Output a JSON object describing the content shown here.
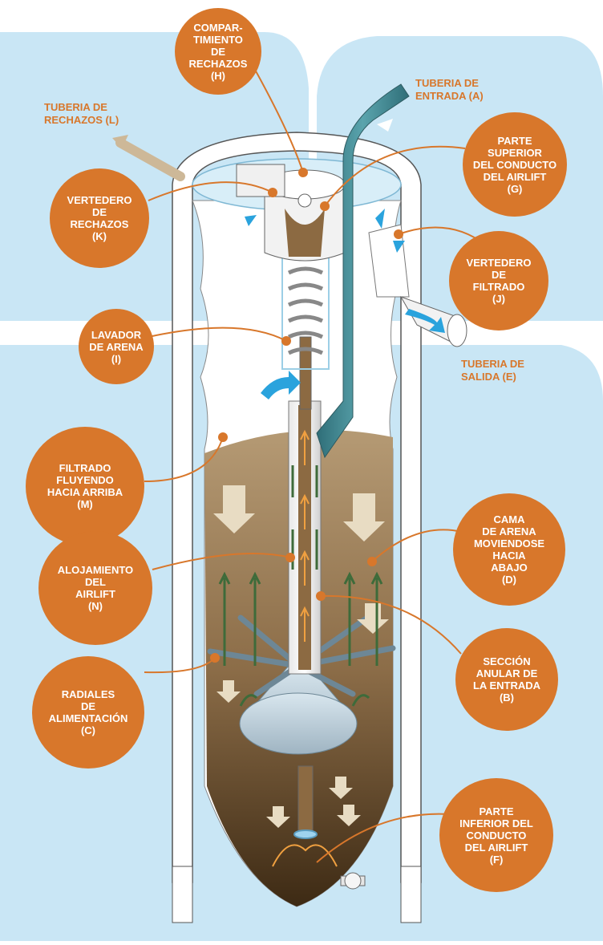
{
  "pipe_labels": {
    "reject_pipe": "TUBERIA DE\nRECHAZOS (L)",
    "inlet_pipe": "TUBERIA DE\nENTRADA (A)",
    "outlet_pipe": "TUBERIA DE\nSALIDA (E)"
  },
  "callouts": {
    "reject_compartment": "COMPAR-\nTIMIENTO\nDE\nRECHAZOS\n(H)",
    "airlift_top": "PARTE\nSUPERIOR\nDEL CONDUCTO\nDEL AIRLIFT\n(G)",
    "reject_weir": "VERTEDERO\nDE\nRECHAZOS\n(K)",
    "filtrate_weir": "VERTEDERO\nDE\nFILTRADO\n(J)",
    "sand_washer": "LAVADOR\nDE ARENA\n(I)",
    "filtrate_upflow": "FILTRADO\nFLUYENDO\nHACIA ARRIBA\n(M)",
    "sand_bed": "CAMA\nDE ARENA\nMOVIENDOSE\nHACIA\nABAJO\n(D)",
    "airlift_housing": "ALOJAMIENTO\nDEL\nAIRLIFT\n(N)",
    "annular_section": "SECCIÓN\nANULAR DE\nLA ENTRADA\n(B)",
    "feed_radials": "RADIALES\nDE\nALIMENTACIÓN\n(C)",
    "airlift_bottom": "PARTE\nINFERIOR DEL\nCONDUCTO\nDEL AIRLIFT\n(F)"
  },
  "colors": {
    "accent_orange": "#d8772b",
    "background_blue": "#c9e6f5",
    "sand_brown": "#8a6a42",
    "pipe_teal": "#3f8a93",
    "arrow_green": "#3e6b3a",
    "water_blue": "#2aa3dd"
  }
}
